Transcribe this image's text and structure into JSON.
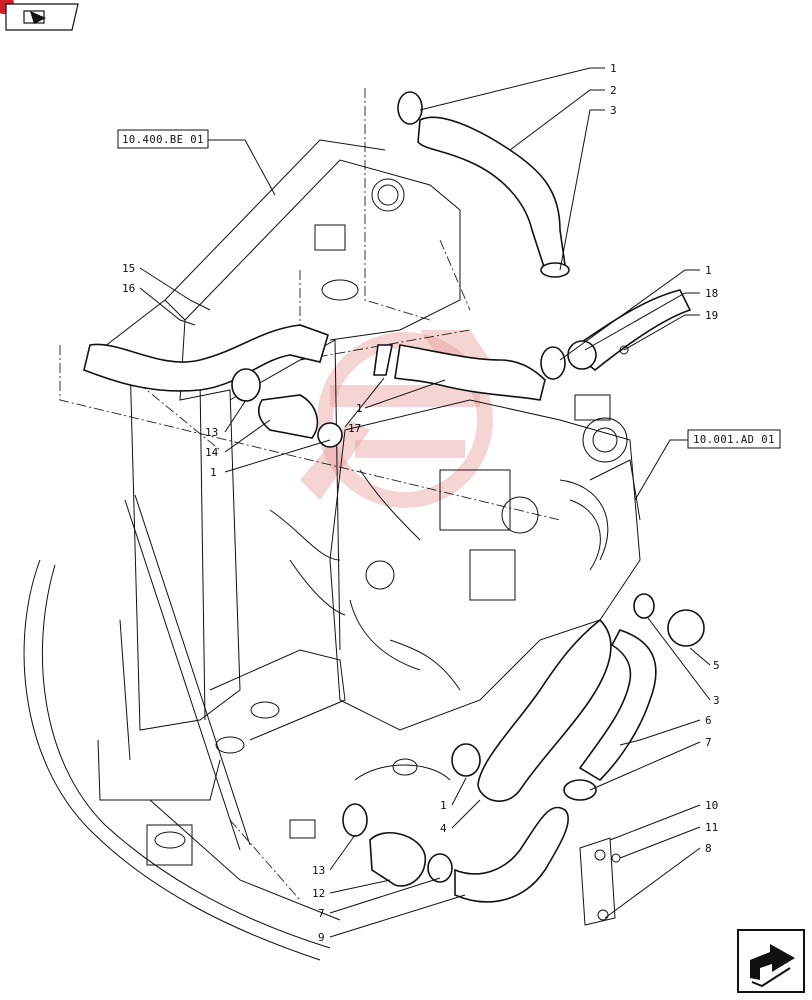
{
  "nav": {
    "top_left_icon": "page-forward-icon",
    "bottom_right_icon": "next-page-arrow-icon"
  },
  "references": [
    {
      "id": "ref-10-400",
      "text": "10.400.BE 01"
    },
    {
      "id": "ref-10-001",
      "text": "10.001.AD 01"
    }
  ],
  "callouts": [
    {
      "key": "c1a",
      "text": "1"
    },
    {
      "key": "c2",
      "text": "2"
    },
    {
      "key": "c3a",
      "text": "3"
    },
    {
      "key": "c1b",
      "text": "1"
    },
    {
      "key": "c18",
      "text": "18"
    },
    {
      "key": "c19",
      "text": "19"
    },
    {
      "key": "c15",
      "text": "15"
    },
    {
      "key": "c16",
      "text": "16"
    },
    {
      "key": "c13a",
      "text": "13"
    },
    {
      "key": "c14",
      "text": "14"
    },
    {
      "key": "c1c",
      "text": "1"
    },
    {
      "key": "c17",
      "text": "17"
    },
    {
      "key": "c1d",
      "text": "1"
    },
    {
      "key": "c5",
      "text": "5"
    },
    {
      "key": "c3b",
      "text": "3"
    },
    {
      "key": "c6",
      "text": "6"
    },
    {
      "key": "c7a",
      "text": "7"
    },
    {
      "key": "c1e",
      "text": "1"
    },
    {
      "key": "c4",
      "text": "4"
    },
    {
      "key": "c10",
      "text": "10"
    },
    {
      "key": "c11",
      "text": "11"
    },
    {
      "key": "c8",
      "text": "8"
    },
    {
      "key": "c13b",
      "text": "13"
    },
    {
      "key": "c12",
      "text": "12"
    },
    {
      "key": "c7b",
      "text": "7"
    },
    {
      "key": "c9",
      "text": "9"
    }
  ],
  "colors": {
    "line": "#111111",
    "watermark": "#e8a0a0",
    "corner_badge": "#d0202a"
  }
}
